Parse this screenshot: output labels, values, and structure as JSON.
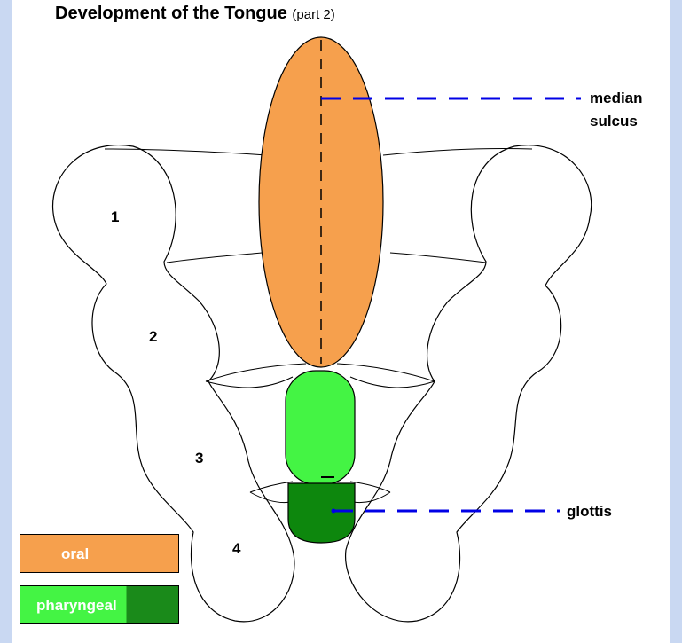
{
  "title": {
    "main": "Development of the Tongue",
    "sub": "(part 2)"
  },
  "arches": [
    "1",
    "2",
    "3",
    "4"
  ],
  "labels": {
    "median_sulcus_1": "median",
    "median_sulcus_2": "sulcus",
    "glottis": "glottis"
  },
  "legend": [
    {
      "label": "oral",
      "color": "#f6a04d"
    },
    {
      "label": "pharyngeal",
      "color": "#44f444",
      "accent": "#1a8a1a"
    }
  ],
  "colors": {
    "oral": "#f6a04d",
    "pharyngeal_light": "#44f444",
    "pharyngeal_dark": "#0d870d",
    "leader": "#0000e6",
    "side_bar": "#c9d8f2"
  }
}
